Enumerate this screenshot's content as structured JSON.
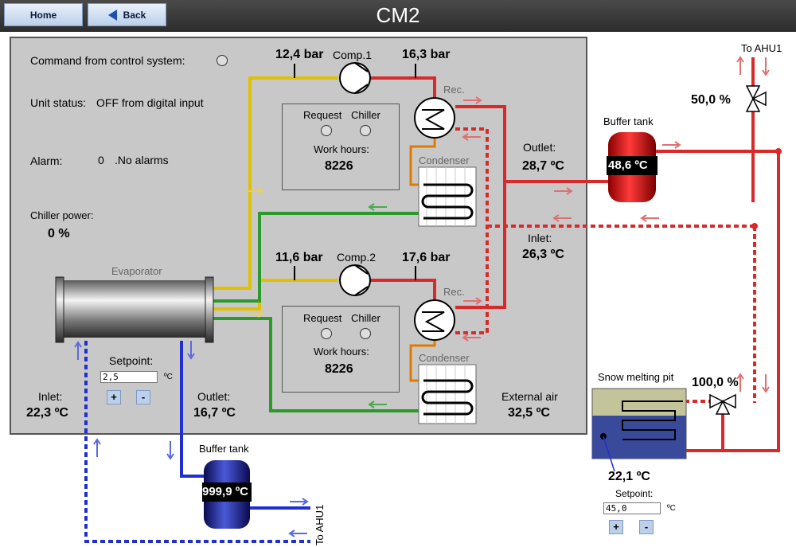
{
  "header": {
    "title": "CM2",
    "home_label": "Home",
    "back_label": "Back"
  },
  "control": {
    "command_label": "Command from control system:",
    "unit_status_label": "Unit status:",
    "unit_status_value": "OFF from digital input",
    "alarm_label": "Alarm:",
    "alarm_count": "0",
    "alarm_text": ".No alarms",
    "chiller_power_label": "Chiller power:",
    "chiller_power_value": "0 %"
  },
  "compressor1": {
    "label": "Comp.1",
    "suction_pressure": "12,4 bar",
    "discharge_pressure": "16,3 bar",
    "request_label": "Request",
    "chiller_label": "Chiller",
    "work_hours_label": "Work hours:",
    "work_hours": "8226",
    "rec_label": "Rec.",
    "condenser_label": "Condenser"
  },
  "compressor2": {
    "label": "Comp.2",
    "suction_pressure": "11,6 bar",
    "discharge_pressure": "17,6 bar",
    "request_label": "Request",
    "chiller_label": "Chiller",
    "work_hours_label": "Work hours:",
    "work_hours": "8226",
    "rec_label": "Rec.",
    "condenser_label": "Condenser"
  },
  "evaporator": {
    "label": "Evaporator",
    "setpoint_label": "Setpoint:",
    "setpoint_value": "2,5",
    "unit": "ºC",
    "plus": "+",
    "minus": "-",
    "inlet_label": "Inlet:",
    "inlet_value": "22,3 ºC",
    "outlet_label": "Outlet:",
    "outlet_value": "16,7 ºC"
  },
  "hot_side": {
    "outlet_label": "Outlet:",
    "outlet_value": "28,7 ºC",
    "inlet_label": "Inlet:",
    "inlet_value": "26,3 ºC",
    "external_air_label": "External air",
    "external_air_value": "32,5 ºC"
  },
  "buffer_tank_hot": {
    "label": "Buffer tank",
    "temp": "48,6 ºC"
  },
  "buffer_tank_cold": {
    "label": "Buffer tank",
    "temp": "999,9 ºC"
  },
  "valve_ahu": {
    "to_label": "To AHU1",
    "position": "50,0 %"
  },
  "snow_pit": {
    "label": "Snow melting pit",
    "valve_position": "100,0 %",
    "temp": "22,1 ºC",
    "setpoint_label": "Setpoint:",
    "setpoint_value": "45,0",
    "unit": "ºC",
    "plus": "+",
    "minus": "-"
  },
  "cold_to_ahu_label": "To AHU1",
  "colors": {
    "hot": "#d82a2a",
    "cold": "#1f2fd0",
    "suction": "#e0c000",
    "liquid": "#2a9a2a",
    "discharge_cond": "#e07a00",
    "panel": "#c8c8c8"
  }
}
